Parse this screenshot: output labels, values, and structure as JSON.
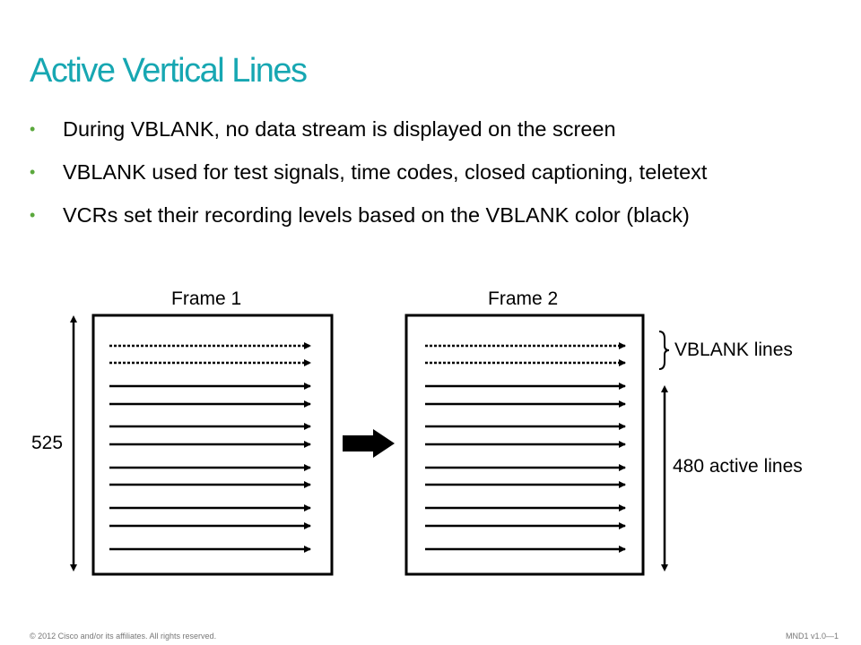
{
  "slide": {
    "title": "Active Vertical Lines",
    "bullets": [
      "During VBLANK, no data stream is displayed on the screen",
      "VBLANK used for test signals, time codes, closed captioning, teletext",
      "VCRs set their recording levels based on the VBLANK color (black)"
    ]
  },
  "diagram": {
    "frame1_label": "Frame 1",
    "frame2_label": "Frame 2",
    "total_lines_label": "525",
    "vblank_label": "VBLANK lines",
    "active_label": "480 active lines",
    "vblank_line_count": 2,
    "active_line_count": 9
  },
  "footer": {
    "copyright": "© 2012 Cisco and/or its affiliates. All rights reserved.",
    "slide_id": "MND1 v1.0—1"
  },
  "colors": {
    "title": "#17a7b2",
    "bullet": "#5aa83c"
  }
}
